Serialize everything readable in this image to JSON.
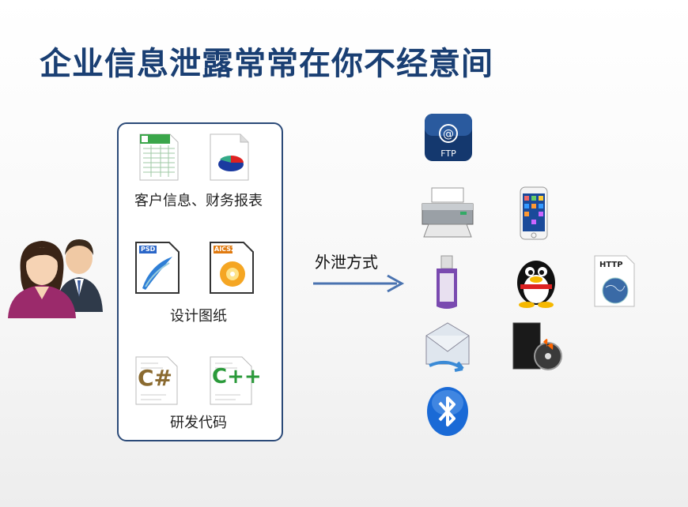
{
  "title": "企业信息泄露常常在你不经意间",
  "panel": {
    "group1_caption": "客户信息、财务报表",
    "group2_caption": "设计图纸",
    "group3_caption": "研发代码",
    "psd_label": "PSD",
    "ai_label": "AICS2",
    "csharp_label": "C#",
    "cpp_label": "C++"
  },
  "arrow_label": "外泄方式",
  "channels": {
    "ftp_label": "FTP",
    "http_label": "HTTP"
  },
  "colors": {
    "title": "#1a3f73",
    "panel_border": "#2b4a78",
    "arrow": "#4a73b0"
  }
}
